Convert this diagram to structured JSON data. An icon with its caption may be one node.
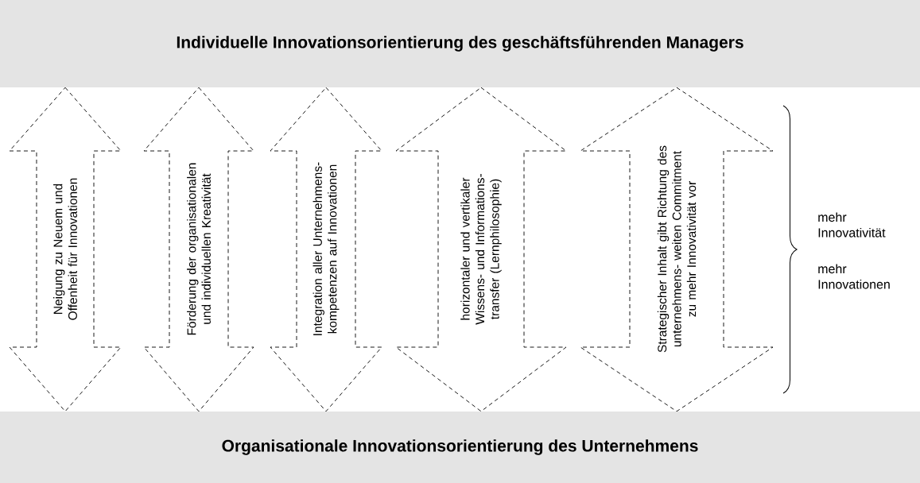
{
  "diagram": {
    "nodes": [
      {
        "text": [
          "Individuelle Innovationsorientierung des geschäftsführenden Managers"
        ]
      },
      {
        "text": [
          "Organisationale Innovationsorientierung des Unternehmens"
        ]
      }
    ],
    "edges": [
      {
        "from": 0,
        "to": 1,
        "arrow": "both",
        "style": "dashed",
        "label": "Neigung zu Neuem und Offenheit für Innovationen"
      },
      {
        "from": 0,
        "to": 1,
        "arrow": "both",
        "style": "dashed",
        "label": "Förderung der organisationalen und individuellen Kreativität"
      },
      {
        "from": 0,
        "to": 1,
        "arrow": "both",
        "style": "dashed",
        "label": "Integration aller Unternehmens- kompetenzen auf Innovationen"
      },
      {
        "from": 0,
        "to": 1,
        "arrow": "both",
        "style": "dashed",
        "label": "horizontaler und vertikaler Wissens- und Informations- transfer (Lernphilosophie)"
      },
      {
        "from": 0,
        "to": 1,
        "arrow": "both",
        "style": "dashed",
        "label": "Strategischer Inhalt gibt Richtung des unternehmens- weiten Commitment zu mehr Innovativität vor"
      }
    ],
    "labels": [
      "mehr Innovativität",
      "mehr Innovationen"
    ]
  }
}
